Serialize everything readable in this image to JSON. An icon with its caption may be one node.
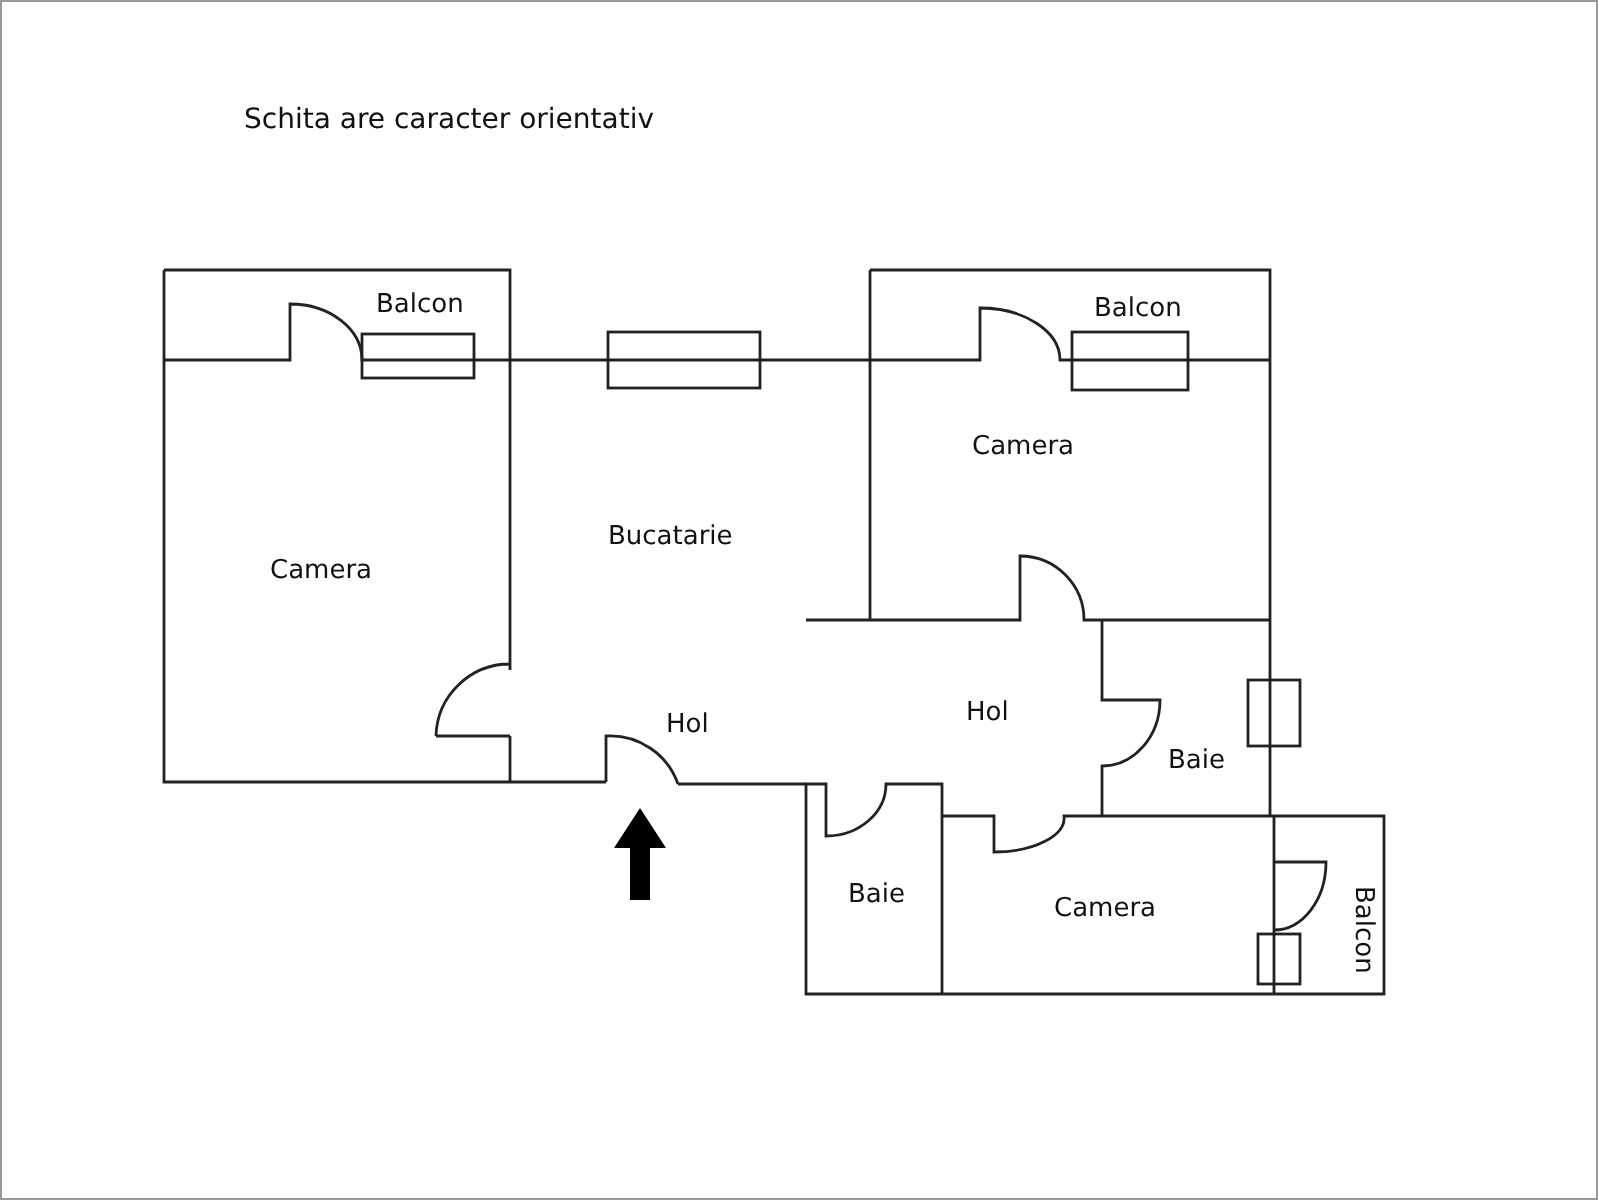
{
  "diagram": {
    "title": "Schita are caracter orientativ",
    "labels": [
      "Balcon",
      "Balcon",
      "Camera",
      "Bucatarie",
      "Camera",
      "Hol",
      "Hol",
      "Baie",
      "Baie",
      "Camera",
      "Balcon"
    ]
  }
}
